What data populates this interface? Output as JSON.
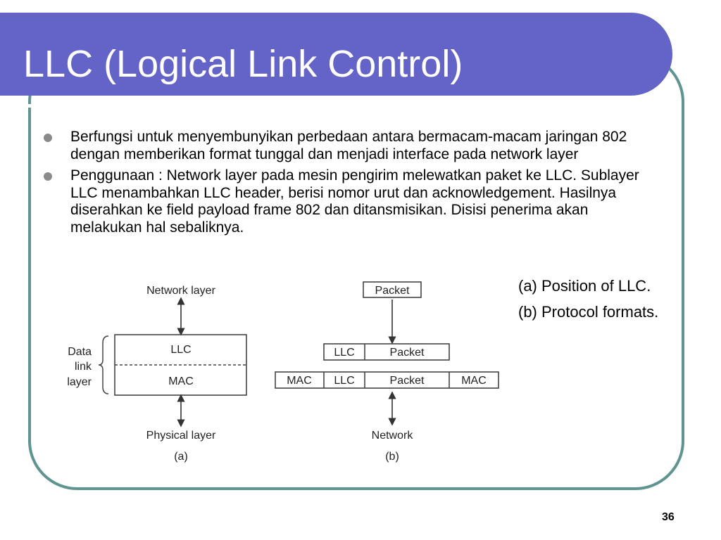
{
  "slide": {
    "title": "LLC (Logical Link Control)",
    "page_number": "36"
  },
  "bullets": [
    "Berfungsi untuk menyembunyikan perbedaan antara bermacam-macam jaringan 802 dengan memberikan format tunggal dan menjadi interface pada network layer",
    "Penggunaan : Network layer pada mesin pengirim melewatkan paket ke LLC. Sublayer LLC menambahkan LLC header, berisi nomor urut dan acknowledgement. Hasilnya diserahkan ke field payload frame 802 dan ditansmisikan. Disisi penerima akan melakukan hal sebaliknya."
  ],
  "captions": {
    "a": "(a) Position of LLC.",
    "b": "(b) Protocol formats."
  },
  "diagram_a": {
    "network_layer": "Network layer",
    "llc": "LLC",
    "mac": "MAC",
    "data_link_line1": "Data",
    "data_link_line2": "link",
    "data_link_line3": "layer",
    "physical_layer": "Physical layer",
    "label": "(a)"
  },
  "diagram_b": {
    "packet": "Packet",
    "row2": [
      "LLC",
      "Packet"
    ],
    "row3": [
      "MAC",
      "LLC",
      "Packet",
      "MAC"
    ],
    "network": "Network",
    "label": "(b)"
  }
}
